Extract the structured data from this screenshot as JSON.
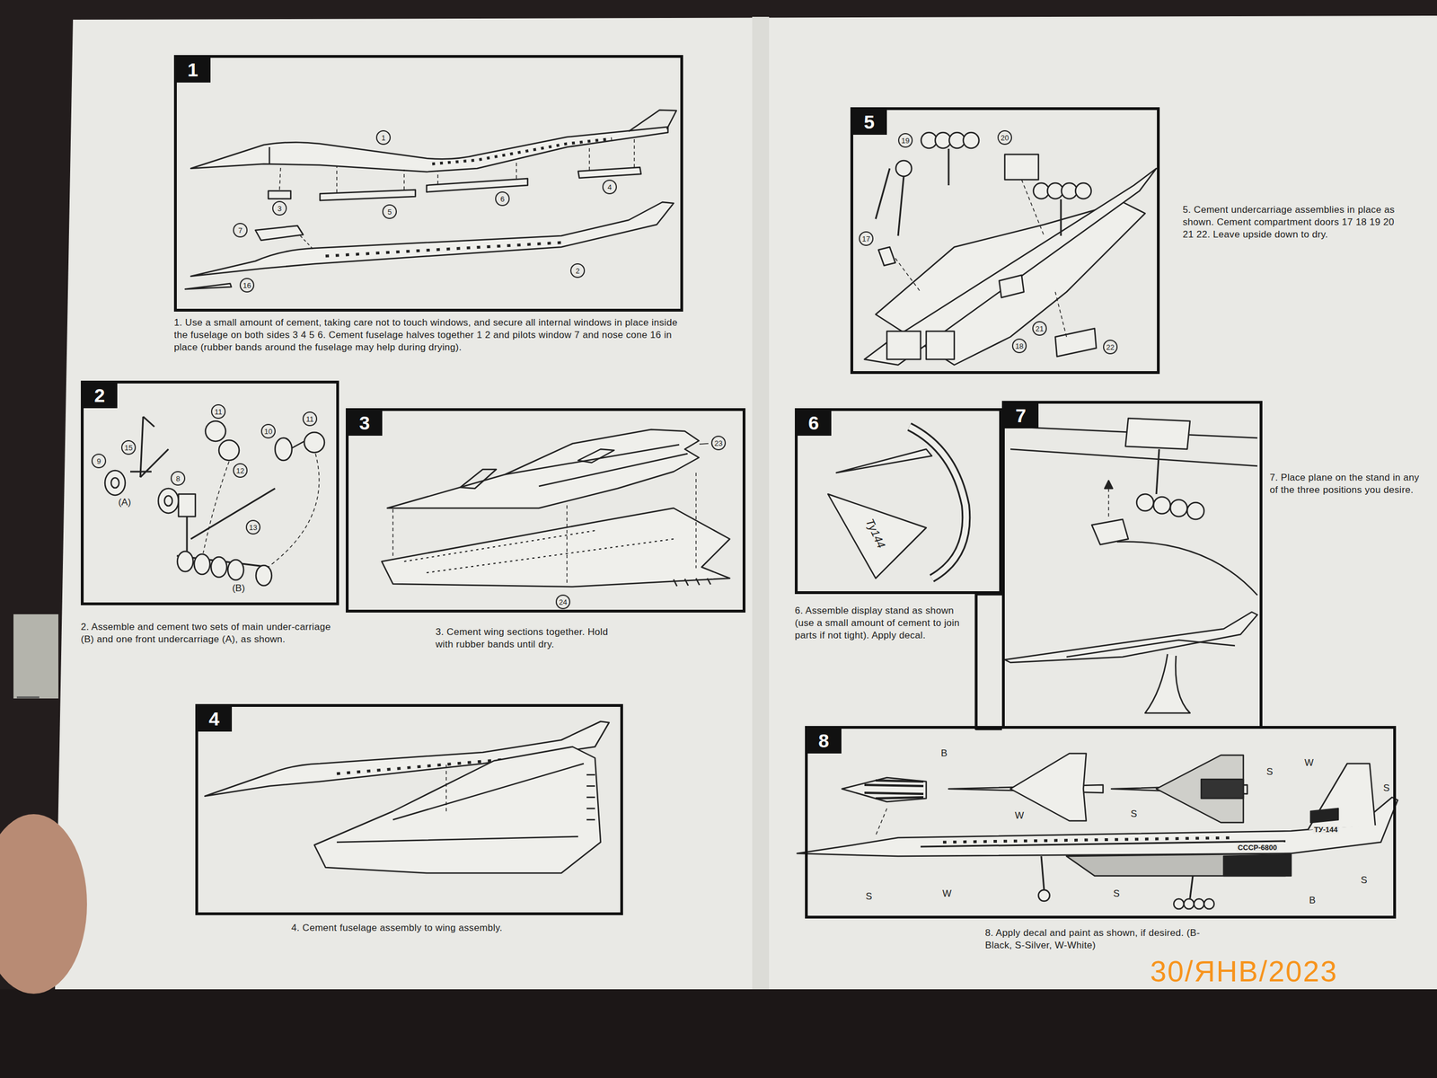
{
  "diagram": {
    "nodes": [
      {
        "text": [
          "1",
          "1. Use a small amount of cement, taking care not to touch windows, and secure all internal windows in place inside the fuselage on both sides 3 4 5 6. Cement fuselage halves together 1 2 and pilots window 7 and nose cone 16 in place (rubber bands around the fuselage may help during drying)."
        ]
      },
      {
        "text": [
          "2",
          "2. Assemble and cement two sets of main under-carriage (B) and one front undercarriage (A), as shown."
        ]
      },
      {
        "text": [
          "3",
          "3. Cement wing sections together. Hold with rubber bands until dry."
        ]
      },
      {
        "text": [
          "4",
          "4. Cement fuselage assembly to wing assembly."
        ]
      },
      {
        "text": [
          "5",
          "5. Cement undercarriage assemblies in place as shown. Cement compartment doors 17 18 19 20 21 22. Leave upside down to dry."
        ]
      },
      {
        "text": [
          "6",
          "6. Assemble display stand as shown (use a small amount of cement to join parts if not tight). Apply decal."
        ]
      },
      {
        "text": [
          "7",
          "7. Place plane on the stand in any of the three positions you desire."
        ]
      },
      {
        "text": [
          "8",
          "8. Apply decal and paint as shown, if desired. (B-Black, S-Silver, W-White)"
        ]
      }
    ],
    "labels": [
      "1",
      "3",
      "5",
      "6",
      "4",
      "7",
      "16",
      "2",
      "11",
      "15",
      "9",
      "12",
      "8",
      "(A)",
      "10",
      "11",
      "13",
      "(B)",
      "23",
      "24",
      "19",
      "20",
      "17",
      "21",
      "18",
      "22",
      "Ту144",
      "B",
      "W",
      "S",
      "S",
      "W",
      "S",
      "S",
      "W",
      "S",
      "S",
      "B",
      "ТУ-144",
      "СССР-6800",
      "30/ЯНВ/2023"
    ]
  }
}
